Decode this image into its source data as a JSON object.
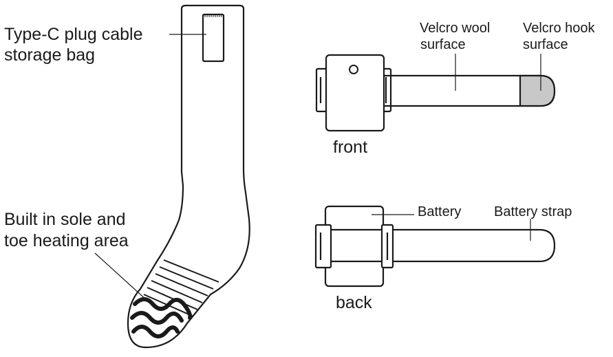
{
  "sock_labels": {
    "cable_bag_line1": "Type-C plug cable",
    "cable_bag_line2": "storage bag",
    "heating_line1": "Built in sole and",
    "heating_line2": "toe heating area"
  },
  "front_view": {
    "caption": "front",
    "velcro_wool_line1": "Velcro wool",
    "velcro_wool_line2": "surface",
    "velcro_hook_line1": "Velcro hook",
    "velcro_hook_line2": "surface"
  },
  "back_view": {
    "caption": "back",
    "battery_label": "Battery",
    "battery_strap_label": "Battery strap"
  },
  "colors": {
    "stroke": "#1a1a1a",
    "hook_fill": "#c8c8c8",
    "background": "#ffffff"
  }
}
